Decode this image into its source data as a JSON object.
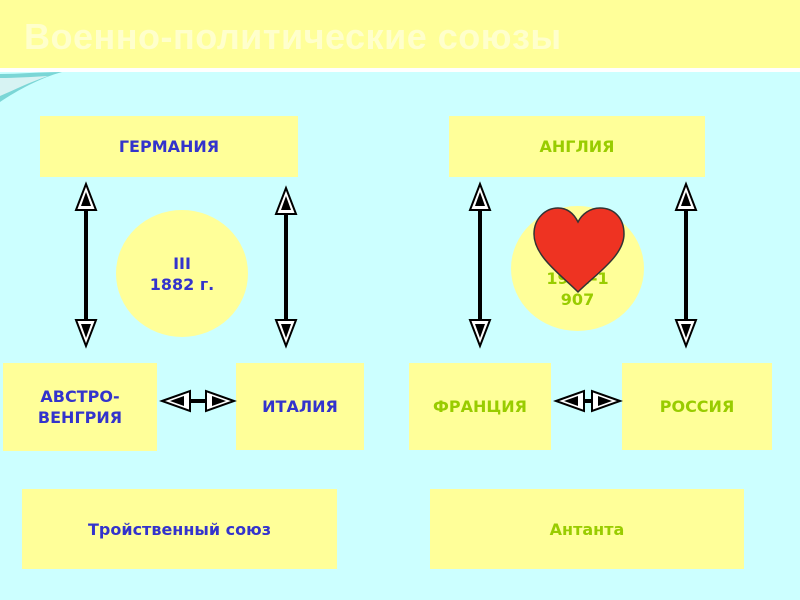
{
  "slide": {
    "title": "Военно-политические союзы"
  },
  "triple": {
    "germany": "ГЕРМАНИЯ",
    "austria": "АВСТРО-ВЕНГРИЯ",
    "italy": "ИТАЛИЯ",
    "circle_line1": "III",
    "circle_line2": "1882 г.",
    "name": "Тройственный союз"
  },
  "entente": {
    "england": "АНГЛИЯ",
    "france": "ФРАНЦИЯ",
    "russia": "РОССИЯ",
    "circle_line1": "1904-1",
    "circle_line2": "907",
    "name": "Антанта"
  },
  "colors": {
    "background": "#ccffff",
    "box": "#ffff99",
    "triple_text": "#3333cc",
    "entente_text": "#99cc00",
    "heart": "#ee3322"
  },
  "icons": {
    "arrows": "double-arrow-icon",
    "heart": "heart-icon"
  }
}
